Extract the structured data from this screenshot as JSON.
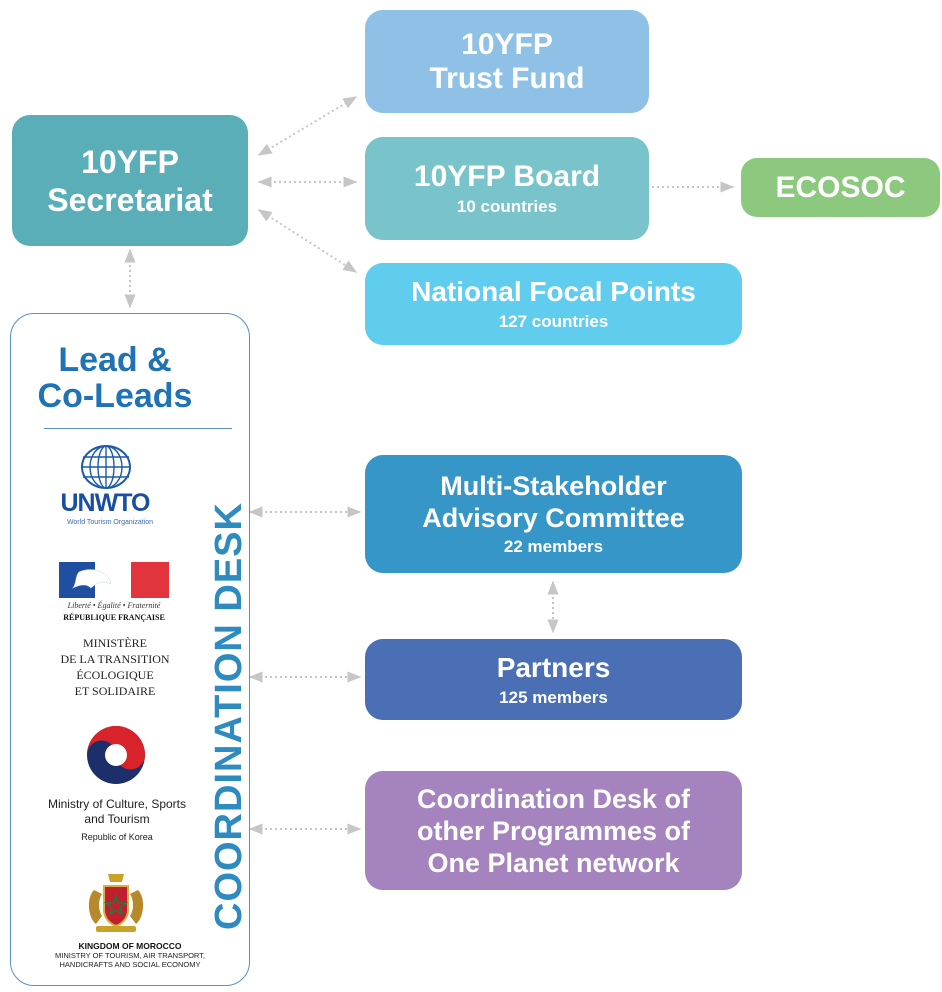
{
  "boxes": {
    "trust_fund": {
      "line1": "10YFP",
      "line2": "Trust Fund",
      "color": "#8fc1e7"
    },
    "secretariat": {
      "line1": "10YFP",
      "line2": "Secretariat",
      "color": "#5aaeb8"
    },
    "board": {
      "title": "10YFP Board",
      "sub": "10 countries",
      "color": "#79c4cb"
    },
    "ecosoc": {
      "title": "ECOSOC",
      "color": "#8cc97e"
    },
    "focal_points": {
      "title": "National Focal Points",
      "sub": "127 countries",
      "color": "#60cdef"
    },
    "masc": {
      "line1": "Multi-Stakeholder",
      "line2": "Advisory Committee",
      "sub": "22 members",
      "color": "#3796c8"
    },
    "partners": {
      "title": "Partners",
      "sub": "125 members",
      "color": "#4a6fb5"
    },
    "other_desks": {
      "line1": "Coordination Desk of",
      "line2": "other Programmes of",
      "line3": "One Planet network",
      "color": "#a583bf"
    }
  },
  "panel": {
    "title_line1": "Lead &",
    "title_line2": "Co-Leads",
    "vertical_label": "COORDINATION DESK"
  },
  "logos": {
    "unwto": {
      "name": "UNWTO",
      "sub": "World Tourism Organization"
    },
    "france": {
      "motto": "Liberté • Égalité • Fraternité",
      "republic": "RÉPUBLIQUE FRANÇAISE",
      "ministry_l1": "MINISTÈRE",
      "ministry_l2": "DE LA TRANSITION",
      "ministry_l3": "ÉCOLOGIQUE",
      "ministry_l4": "ET SOLIDAIRE"
    },
    "korea": {
      "l1": "Ministry of Culture, Sports",
      "l2": "and Tourism",
      "l3": "Republic of Korea"
    },
    "morocco": {
      "l1": "KINGDOM OF MOROCCO",
      "l2": "MINISTRY OF TOURISM, AIR TRANSPORT,",
      "l3": "HANDICRAFTS AND SOCIAL ECONOMY"
    }
  }
}
